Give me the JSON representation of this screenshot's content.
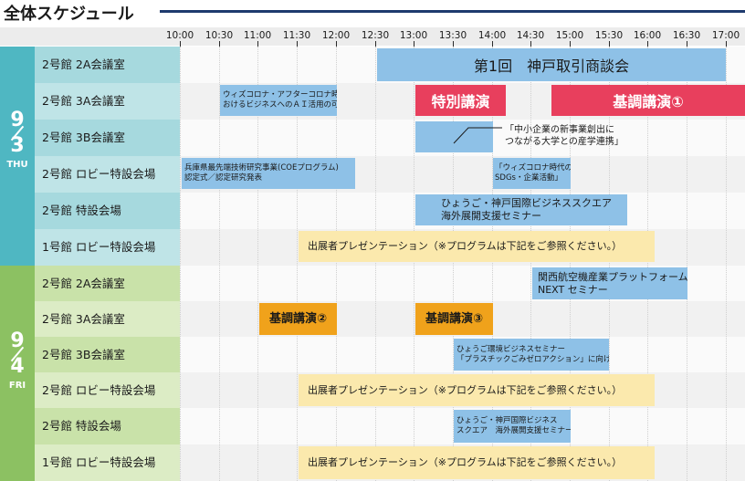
{
  "title": "全体スケジュール",
  "times": [
    "10:00",
    "10:30",
    "11:00",
    "11:30",
    "12:00",
    "12:30",
    "13:00",
    "13:30",
    "14:00",
    "14:30",
    "15:00",
    "15:30",
    "16:00",
    "16:30",
    "17:00"
  ],
  "days": [
    {
      "month": "9",
      "date": "3",
      "weekday": "THU",
      "color": "#4fb7c2"
    },
    {
      "month": "9",
      "date": "4",
      "weekday": "FRI",
      "color": "#8cc162"
    }
  ],
  "day1_rooms": [
    "2号館 2A会議室",
    "2号館 3A会議室",
    "2号館 3B会議室",
    "2号館 ロビー特設会場",
    "2号館 特設会場",
    "1号館 ロビー特設会場"
  ],
  "day2_rooms": [
    "2号館 2A会議室",
    "2号館 3A会議室",
    "2号館 3B会議室",
    "2号館 ロビー特設会場",
    "2号館 特設会場",
    "1号館 ロビー特設会場"
  ],
  "events": {
    "d1_2a": "第1回　神戸取引商談会",
    "d1_3a_a": "ウィズコロナ・アフターコロナ時代に\nおけるビジネスへのＡＩ活用の可能性",
    "d1_3a_b": "特別講演",
    "d1_3a_c": "基調講演①",
    "d1_3b": "「中小企業の新事業創出に\nつながる大学との産学連携」",
    "d1_lobby_a": "兵庫県最先端技術研究事業(COEプログラム)\n認定式／認定研究発表",
    "d1_lobby_b": "「ウィズコロナ時代の\nSDGs・企業活動」",
    "d1_special": "ひょうご・神戸国際ビジネススクエア\n海外展開支援セミナー",
    "d1_b1": "出展者プレゼンテーション（※プログラムは下記をご参照ください。）",
    "d2_2a": "関西航空機産業プラットフォーム\nNEXT セミナー",
    "d2_3a_a": "基調講演②",
    "d2_3a_b": "基調講演③",
    "d2_3b": "ひょうご環境ビジネスセミナー\n「プラスチックごみゼロアクション」に向けて",
    "d2_lobby": "出展者プレゼンテーション（※プログラムは下記をご参照ください。）",
    "d2_special": "ひょうご・神戸国際ビジネス\nスクエア　海外展開支援セミナー",
    "d2_b1": "出展者プレゼンテーション（※プログラムは下記をご参照ください。）"
  }
}
